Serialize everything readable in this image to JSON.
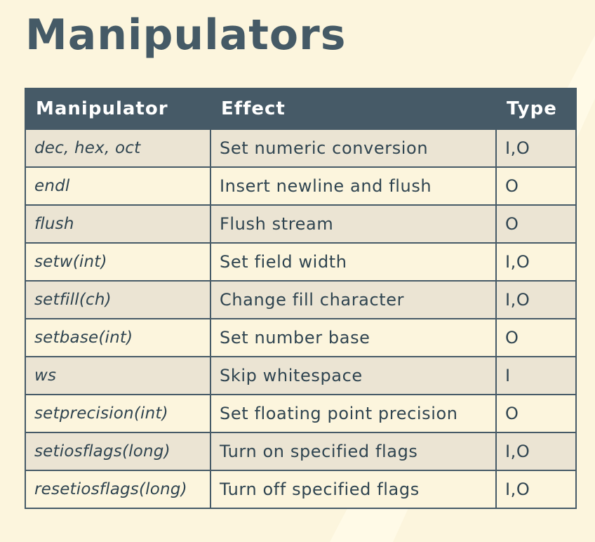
{
  "title": "Manipulators",
  "table": {
    "headers": [
      "Manipulator",
      "Effect",
      "Type"
    ],
    "rows": [
      [
        "dec, hex, oct",
        "Set numeric conversion",
        "I,O"
      ],
      [
        "endl",
        "Insert newline and flush",
        "O"
      ],
      [
        "flush",
        "Flush stream",
        "O"
      ],
      [
        "setw(int)",
        "Set field width",
        "I,O"
      ],
      [
        "setfill(ch)",
        "Change fill character",
        "I,O"
      ],
      [
        "setbase(int)",
        "Set number base",
        "O"
      ],
      [
        "ws",
        "Skip whitespace",
        "I"
      ],
      [
        "setprecision(int)",
        "Set floating point precision",
        "O"
      ],
      [
        "setiosflags(long)",
        "Turn on specified flags",
        "I,O"
      ],
      [
        "resetiosflags(long)",
        "Turn off specified flags",
        "I,O"
      ]
    ]
  },
  "colors": {
    "background": "#fcf5dd",
    "header_bg": "#465a67",
    "title_text": "#455a66",
    "row_alt": "#ebe4d3"
  }
}
